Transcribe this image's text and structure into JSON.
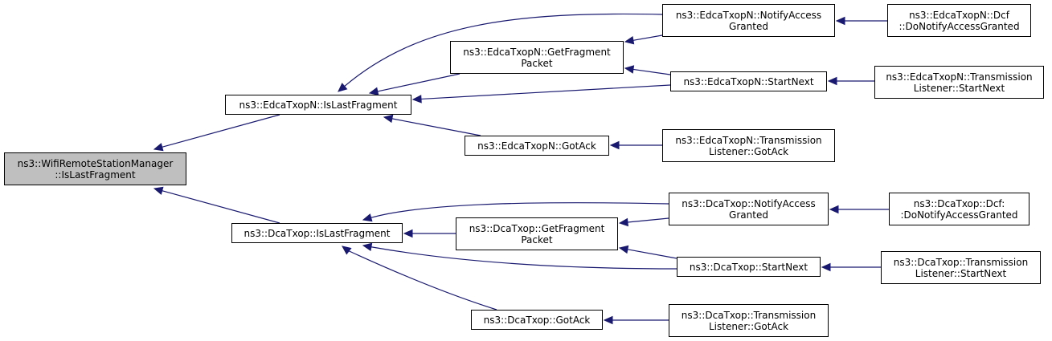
{
  "diagram": {
    "type": "call-graph",
    "colors": {
      "edge": "#191970",
      "root_fill": "#bfbfbf",
      "node_fill": "#ffffff",
      "border": "#000000"
    },
    "nodes": [
      {
        "id": "root",
        "lines": [
          "ns3::WifiRemoteStationManager",
          "::IsLastFragment"
        ],
        "root": true
      },
      {
        "id": "edca-islast",
        "lines": [
          "ns3::EdcaTxopN::IsLastFragment"
        ]
      },
      {
        "id": "dca-islast",
        "lines": [
          "ns3::DcaTxop::IsLastFragment"
        ]
      },
      {
        "id": "edca-getfrag",
        "lines": [
          "ns3::EdcaTxopN::GetFragment",
          "Packet"
        ]
      },
      {
        "id": "edca-gotack",
        "lines": [
          "ns3::EdcaTxopN::GotAck"
        ]
      },
      {
        "id": "dca-getfrag",
        "lines": [
          "ns3::DcaTxop::GetFragment",
          "Packet"
        ]
      },
      {
        "id": "dca-gotack",
        "lines": [
          "ns3::DcaTxop::GotAck"
        ]
      },
      {
        "id": "edca-notify",
        "lines": [
          "ns3::EdcaTxopN::NotifyAccess",
          "Granted"
        ]
      },
      {
        "id": "edca-startnext",
        "lines": [
          "ns3::EdcaTxopN::StartNext"
        ]
      },
      {
        "id": "edca-tl-gotack",
        "lines": [
          "ns3::EdcaTxopN::Transmission",
          "Listener::GotAck"
        ]
      },
      {
        "id": "dca-notify",
        "lines": [
          "ns3::DcaTxop::NotifyAccess",
          "Granted"
        ]
      },
      {
        "id": "dca-startnext",
        "lines": [
          "ns3::DcaTxop::StartNext"
        ]
      },
      {
        "id": "dca-tl-gotack",
        "lines": [
          "ns3::DcaTxop::Transmission",
          "Listener::GotAck"
        ]
      },
      {
        "id": "edca-dcf-donotify",
        "lines": [
          "ns3::EdcaTxopN::Dcf",
          "::DoNotifyAccessGranted"
        ]
      },
      {
        "id": "edca-tl-startnext",
        "lines": [
          "ns3::EdcaTxopN::Transmission",
          "Listener::StartNext"
        ]
      },
      {
        "id": "dca-dcf-donotify",
        "lines": [
          "ns3::DcaTxop::Dcf:",
          ":DoNotifyAccessGranted"
        ]
      },
      {
        "id": "dca-tl-startnext",
        "lines": [
          "ns3::DcaTxop::Transmission",
          "Listener::StartNext"
        ]
      }
    ],
    "edges": [
      {
        "from": "edca-islast",
        "to": "root"
      },
      {
        "from": "dca-islast",
        "to": "root"
      },
      {
        "from": "edca-notify",
        "to": "edca-islast"
      },
      {
        "from": "edca-getfrag",
        "to": "edca-islast"
      },
      {
        "from": "edca-startnext",
        "to": "edca-islast"
      },
      {
        "from": "edca-gotack",
        "to": "edca-islast"
      },
      {
        "from": "edca-notify",
        "to": "edca-getfrag"
      },
      {
        "from": "edca-startnext",
        "to": "edca-getfrag"
      },
      {
        "from": "edca-tl-gotack",
        "to": "edca-gotack"
      },
      {
        "from": "edca-dcf-donotify",
        "to": "edca-notify"
      },
      {
        "from": "edca-tl-startnext",
        "to": "edca-startnext"
      },
      {
        "from": "dca-notify",
        "to": "dca-islast"
      },
      {
        "from": "dca-getfrag",
        "to": "dca-islast"
      },
      {
        "from": "dca-startnext",
        "to": "dca-islast"
      },
      {
        "from": "dca-gotack",
        "to": "dca-islast"
      },
      {
        "from": "dca-notify",
        "to": "dca-getfrag"
      },
      {
        "from": "dca-startnext",
        "to": "dca-getfrag"
      },
      {
        "from": "dca-tl-gotack",
        "to": "dca-gotack"
      },
      {
        "from": "dca-dcf-donotify",
        "to": "dca-notify"
      },
      {
        "from": "dca-tl-startnext",
        "to": "dca-startnext"
      }
    ]
  }
}
